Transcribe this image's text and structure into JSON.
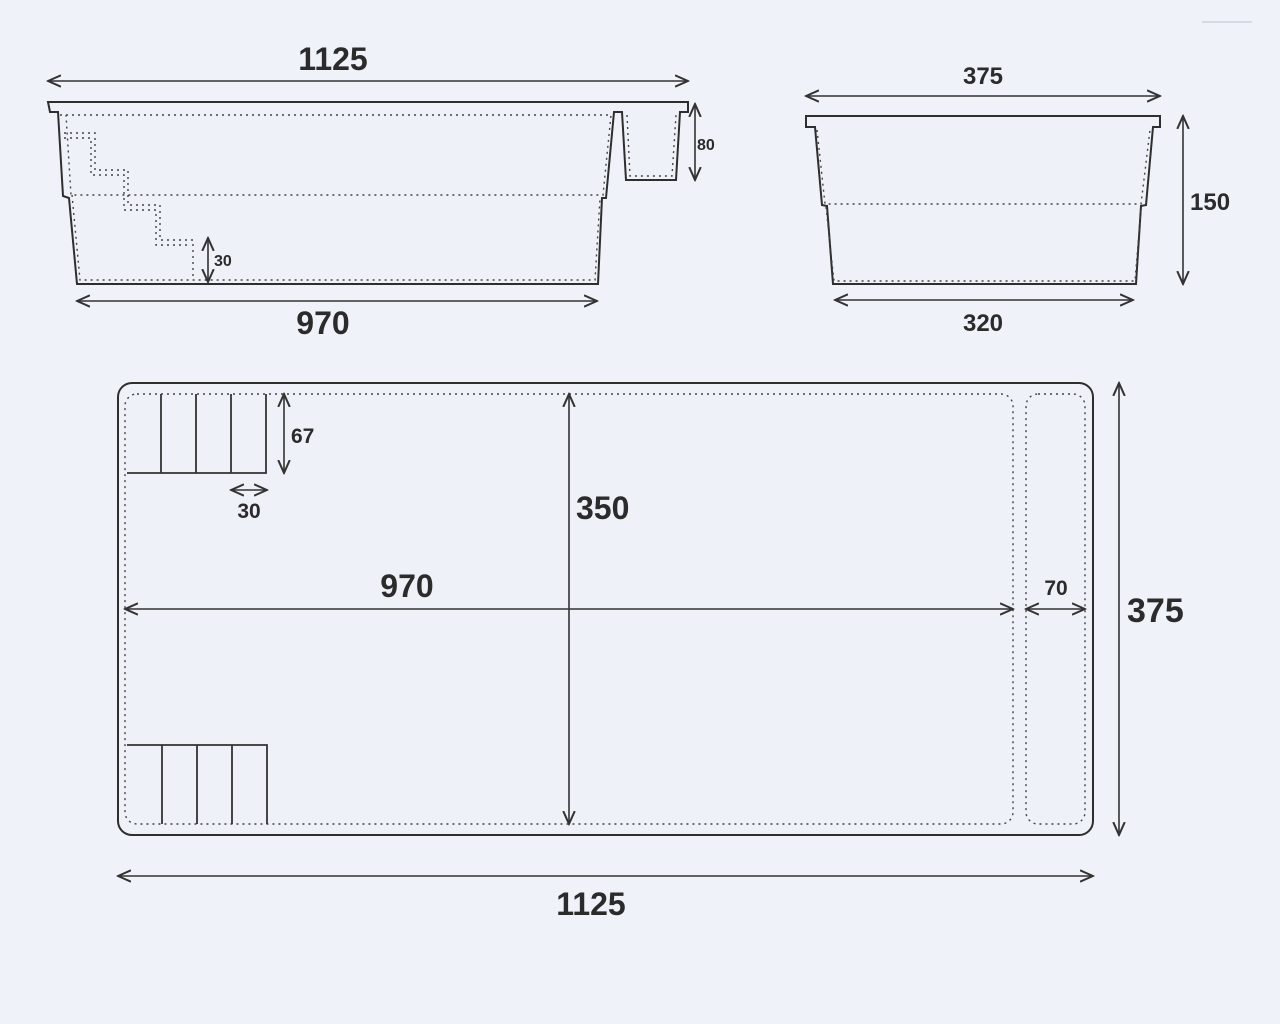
{
  "dimensions": {
    "side_length_top": "1125",
    "side_length_bottom": "970",
    "side_step_depth": "80",
    "side_stair_height": "30",
    "end_width_top": "375",
    "end_width_bottom": "320",
    "end_depth": "150",
    "plan_stair_length": "67",
    "plan_stair_width": "30",
    "plan_inner_width": "350",
    "plan_inner_length": "970",
    "plan_bench_width": "70",
    "plan_total_width": "375",
    "plan_total_length": "1125"
  },
  "colors": {
    "background": "#eff2f8",
    "line": "#333333"
  }
}
